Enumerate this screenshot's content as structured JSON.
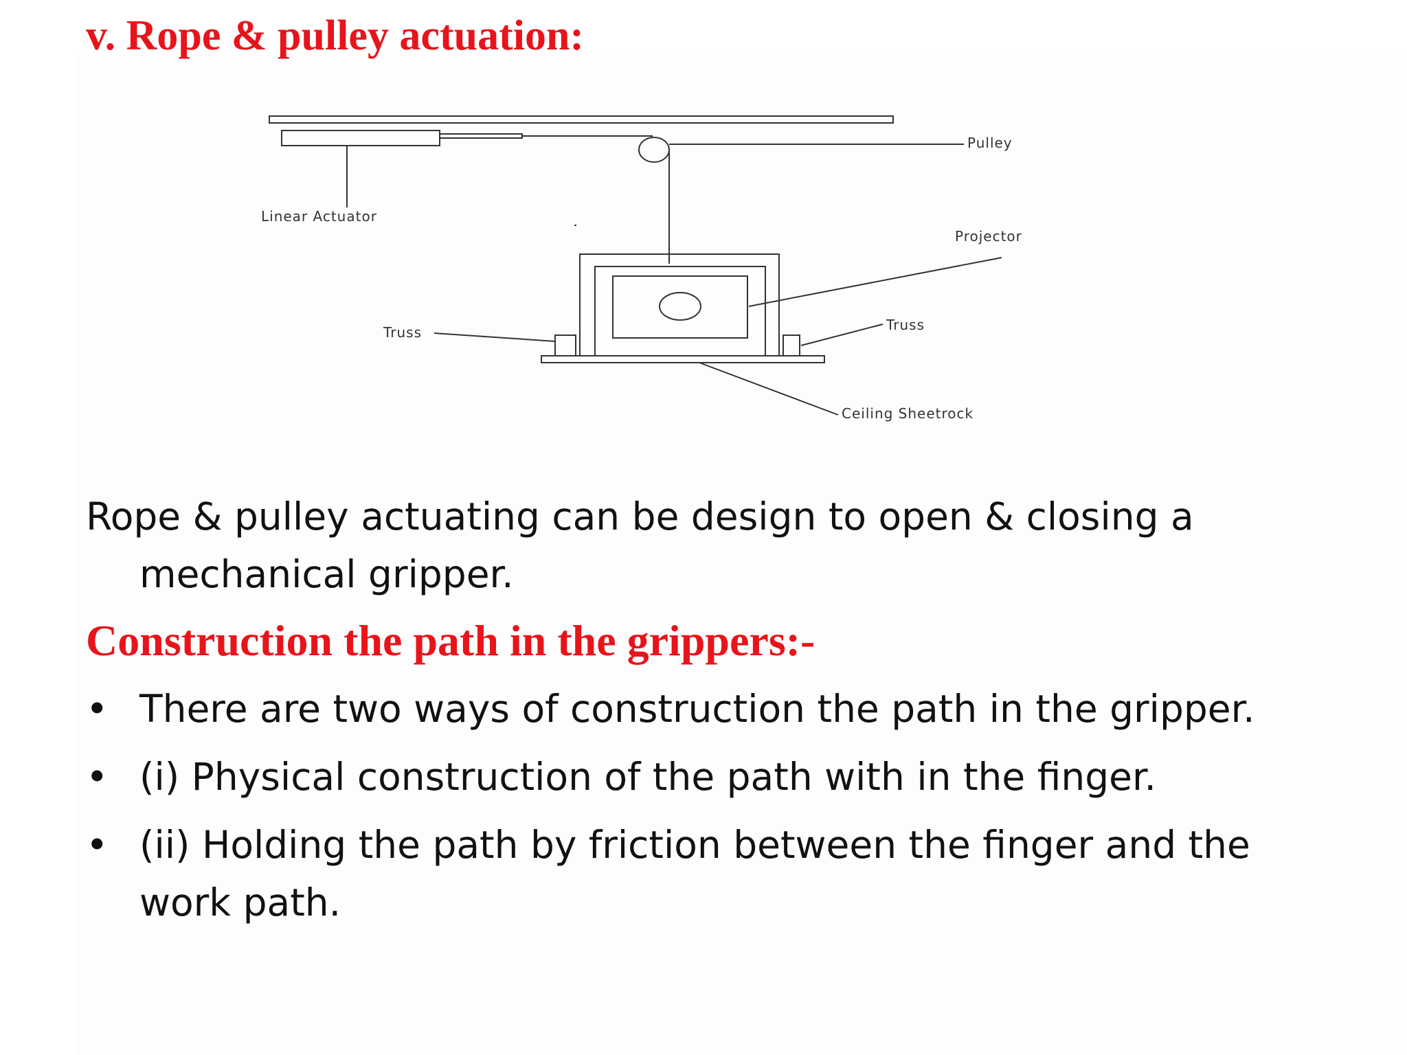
{
  "slide": {
    "title": "v. Rope & pulley actuation:",
    "intro_line1": "Rope & pulley actuating can be design to open & closing a",
    "intro_line2": "mechanical gripper.",
    "subheading": "Construction the path in the grippers:-",
    "bullet_symbol": "•",
    "bullets": [
      "There are two ways of construction the path in the gripper.",
      "(i) Physical construction of the path with in the finger.",
      "(ii) Holding the path by friction between the finger and the work path."
    ]
  },
  "diagram": {
    "labels": {
      "pulley": "Pulley",
      "linear_actuator": "Linear Actuator",
      "projector": "Projector",
      "truss_left": "Truss",
      "truss_right": "Truss",
      "ceiling": "Ceiling Sheetrock"
    }
  }
}
